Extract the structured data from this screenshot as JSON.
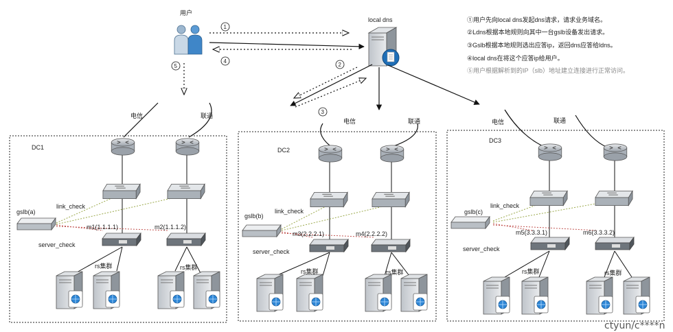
{
  "user_label": "用户",
  "local_dns_label": "local dns",
  "flow_numbers": [
    "1",
    "2",
    "3",
    "4",
    "5"
  ],
  "steps": [
    "①用户先向local dns发起dns请求，请求业务域名。",
    "②Ldns根据本地规则向其中一台gslb设备发出请求。",
    "③Gslb根据本地规则选出应答ip，返回dns应答给ldns。",
    "④local dns在将这个应答ip给用户。",
    "⑤用户根据解析到的IP（slb）地址建立连接进行正常访问。"
  ],
  "isp_labels": {
    "top_telecom": "电信",
    "top_unicom": "联通",
    "dc2_telecom": "电信",
    "dc2_unicom": "联通",
    "dc3_telecom": "电信",
    "dc3_unicom": "联通"
  },
  "datacenters": [
    {
      "name": "DC1",
      "gslb": "gslb(a)",
      "link_check": "link_check",
      "server_check": "server_check",
      "m_left": "m1(1.1.1.1)",
      "m_right": "m2(1.1.1.2)",
      "rs_left": "rs集群",
      "rs_right": "rs集群"
    },
    {
      "name": "DC2",
      "gslb": "gslb(b)",
      "link_check": "link_check",
      "server_check": "server_check",
      "m_left": "m3(2.2.2.1)",
      "m_right": "m4(2.2.2.2)",
      "rs_left": "rs集群",
      "rs_right": "rs集群"
    },
    {
      "name": "DC3",
      "gslb": "gslb(c)",
      "link_check": "link_check",
      "server_check": "server_check",
      "m_left": "m5(3.3.3.1)",
      "m_right": "m6(3.3.3.2)",
      "rs_left": "rs集群",
      "rs_right": "rs集群"
    }
  ],
  "watermark": "ctyun/c****n",
  "colors": {
    "link_check": "#9aa84a",
    "server_check": "#c0504d",
    "device_body": "#c9cdd2",
    "dash_box": "#222222"
  }
}
